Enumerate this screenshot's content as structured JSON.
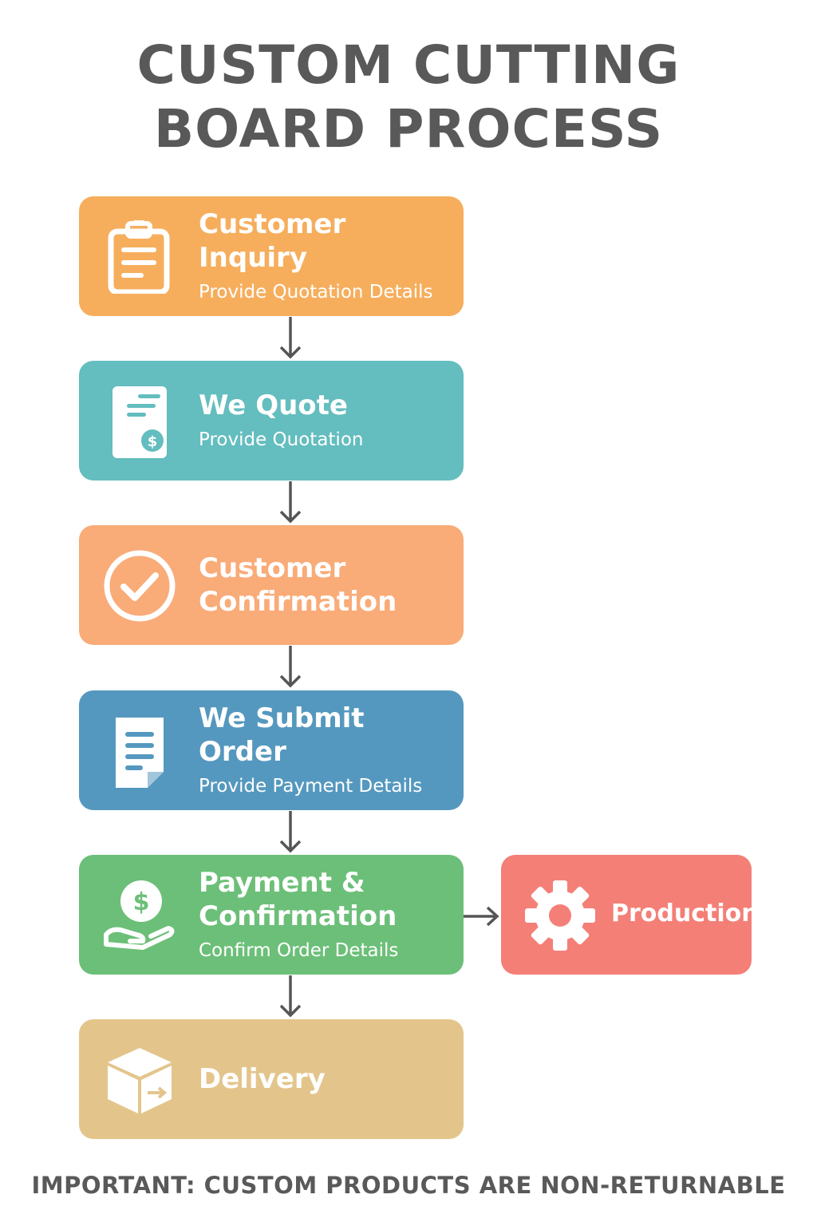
{
  "title": {
    "line1": "CUSTOM CUTTING",
    "line2": "BOARD PROCESS"
  },
  "steps": [
    {
      "heading": "Customer Inquiry",
      "sub": "Provide Quotation Details",
      "color": "#f6ae5d",
      "icon": "clipboard-icon"
    },
    {
      "heading": "We Quote",
      "sub": "Provide Quotation",
      "color": "#64bdbe",
      "icon": "quote-document-dollar-icon"
    },
    {
      "heading": "Customer Confirmation",
      "sub": "",
      "color": "#f9ab78",
      "icon": "checkmark-circle-icon"
    },
    {
      "heading": "We Submit Order",
      "sub": "Provide Payment Details",
      "color": "#5598bf",
      "icon": "order-document-icon"
    },
    {
      "heading": "Payment & Confirmation",
      "sub": "Confirm Order Details",
      "color": "#6cbf78",
      "icon": "hand-dollar-icon"
    },
    {
      "heading": "Delivery",
      "sub": "",
      "color": "#e3c58c",
      "icon": "box-arrow-icon"
    }
  ],
  "side_step": {
    "label": "Production",
    "color": "#f47f77",
    "icon": "gear-icon"
  },
  "footer": "IMPORTANT: CUSTOM PRODUCTS ARE NON-RETURNABLE"
}
